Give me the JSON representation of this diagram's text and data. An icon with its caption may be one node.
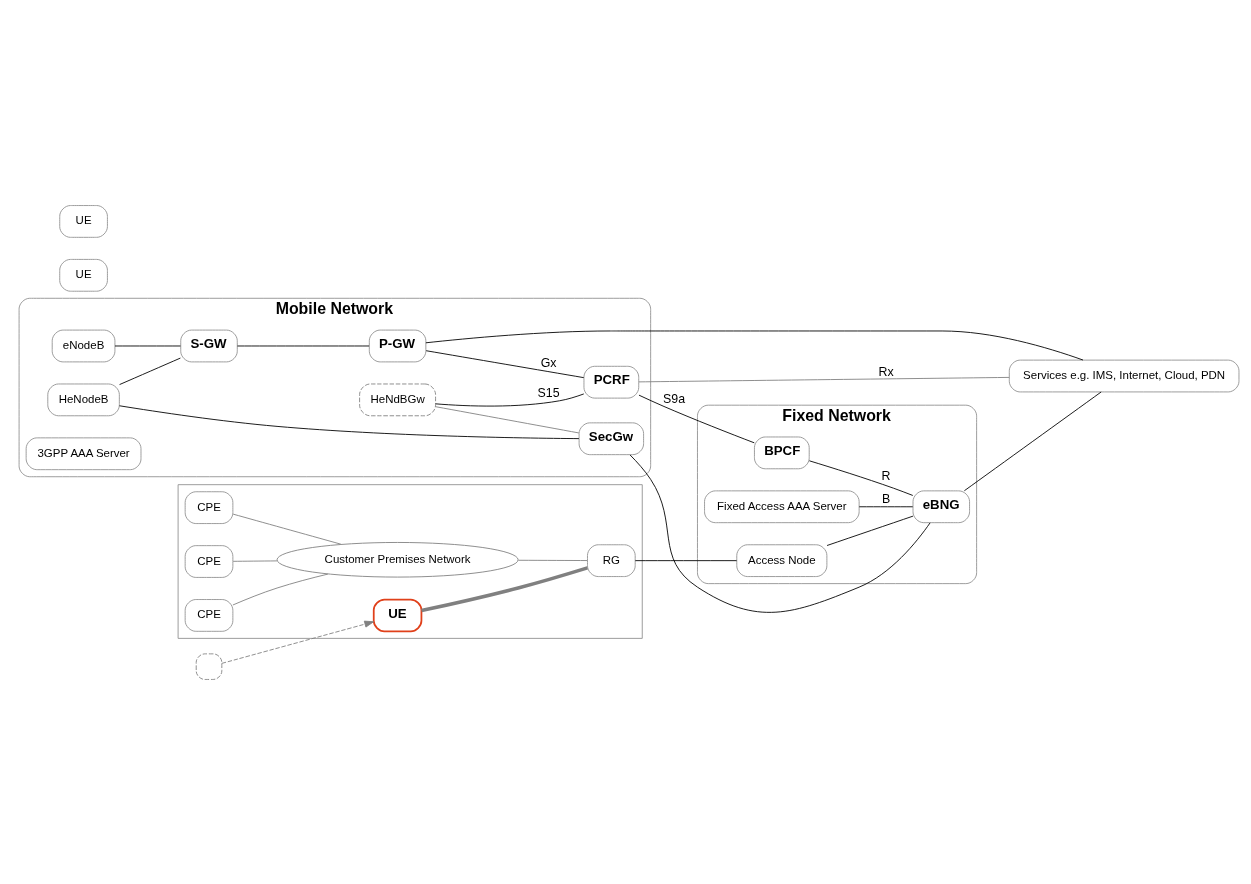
{
  "diagram": {
    "nodes": [
      {
        "text": [
          "Mobile Network"
        ]
      },
      {
        "text": [
          "eNodeB"
        ],
        "in": 0
      },
      {
        "text": [
          "HeNodeB"
        ],
        "in": 0
      },
      {
        "text": [
          "S-GW"
        ],
        "in": 0
      },
      {
        "text": [
          "P-GW"
        ],
        "in": 0
      },
      {
        "text": [
          "PCRF"
        ],
        "in": 0
      },
      {
        "text": [
          "3GPP AAA Server"
        ],
        "in": 0
      },
      {
        "text": [
          "HeNdBGw"
        ],
        "in": 0
      },
      {
        "text": [
          "SecGw"
        ],
        "in": 0
      },
      {
        "text": [
          "Services e.g. IMS, Internet, Cloud, PDN"
        ]
      },
      {
        "text": [
          "Fixed Network"
        ]
      },
      {
        "text": [
          "BPCF"
        ],
        "in": 10
      },
      {
        "text": [
          "Fixed Access AAA Server"
        ],
        "in": 10
      },
      {
        "text": [
          "Access Node"
        ],
        "in": 10
      },
      {
        "text": [
          "eBNG"
        ],
        "in": 10
      },
      {
        "text": [
          "UE"
        ]
      },
      {
        "text": [
          "UE"
        ]
      },
      {
        "text": [],
        "shape": "box"
      },
      {
        "text": [],
        "shape": "house"
      },
      {
        "text": [
          "UE"
        ],
        "in": 18
      },
      {
        "text": [
          "CPE"
        ],
        "in": 18
      },
      {
        "text": [
          "CPE"
        ],
        "in": 18
      },
      {
        "text": [
          "CPE"
        ],
        "in": 18
      },
      {
        "text": [
          "Customer Premises Network"
        ],
        "in": 18
      },
      {
        "text": [
          "RG"
        ],
        "in": 18
      }
    ],
    "edges": [
      {
        "from": 1,
        "to": 3,
        "arrow": "none"
      },
      {
        "from": 2,
        "to": 3,
        "arrow": "none"
      },
      {
        "from": 2,
        "to": 8,
        "arrow": "none"
      },
      {
        "from": 7,
        "to": 8,
        "arrow": "none",
        "color": "#808080"
      },
      {
        "from": 3,
        "to": 4,
        "arrow": "none"
      },
      {
        "from": 4,
        "to": 5,
        "arrow": "none",
        "label": "Gx"
      },
      {
        "from": 7,
        "to": 5,
        "arrow": "none",
        "label": "S15"
      },
      {
        "from": 5,
        "to": 11,
        "arrow": "none",
        "label": "S9a"
      },
      {
        "from": 5,
        "to": 9,
        "arrow": "none",
        "label": "Rx",
        "color": "#808080"
      },
      {
        "from": 4,
        "to": 9,
        "arrow": "none"
      },
      {
        "from": 8,
        "to": 14,
        "arrow": "none"
      },
      {
        "from": 11,
        "to": 14,
        "arrow": "none",
        "label": "R"
      },
      {
        "from": 12,
        "to": 14,
        "arrow": "none",
        "label": "B"
      },
      {
        "from": 13,
        "to": 14,
        "arrow": "none"
      },
      {
        "from": 24,
        "to": 13,
        "arrow": "none"
      },
      {
        "from": 14,
        "to": 9,
        "arrow": "none"
      },
      {
        "from": 20,
        "to": 23,
        "arrow": "none",
        "color": "#808080"
      },
      {
        "from": 21,
        "to": 23,
        "arrow": "none",
        "color": "#808080"
      },
      {
        "from": 22,
        "to": 23,
        "arrow": "none",
        "color": "#808080"
      },
      {
        "from": 23,
        "to": 24,
        "arrow": "none",
        "color": "#808080"
      },
      {
        "from": 19,
        "to": 24,
        "arrow": "none",
        "style": "thick",
        "color": "#808080"
      },
      {
        "from": 17,
        "to": 19,
        "arrow": "to",
        "style": "dashed",
        "color": "#808080"
      }
    ]
  }
}
